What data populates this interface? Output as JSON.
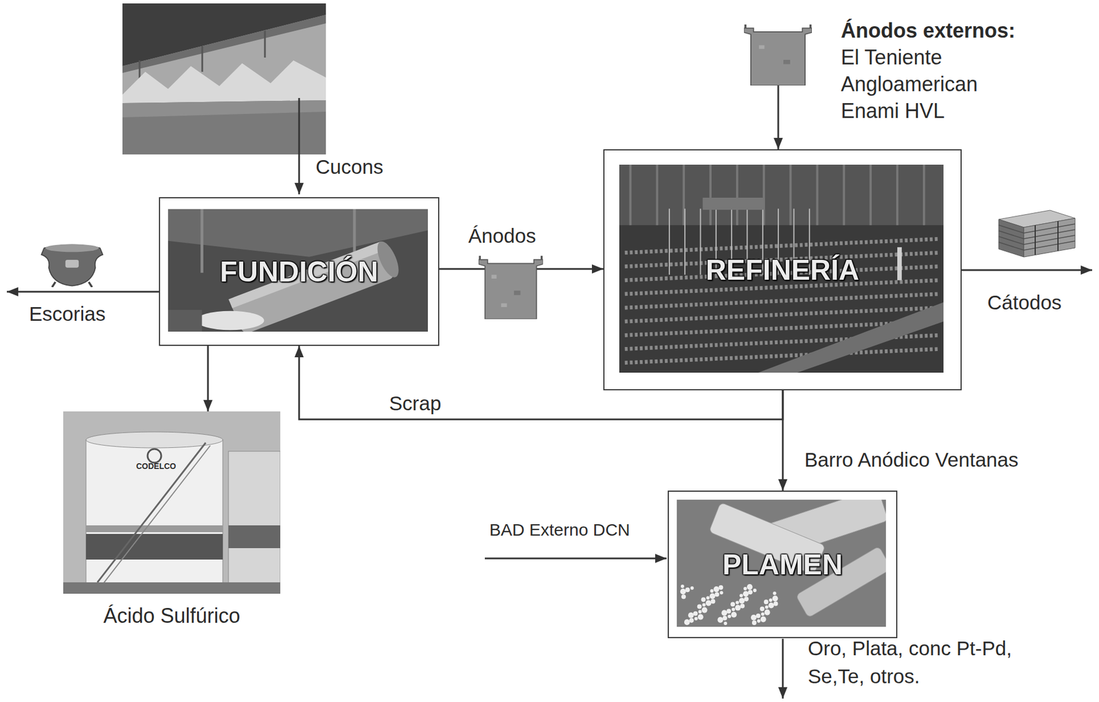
{
  "diagram": {
    "nodes": [
      {
        "text": [
          "FUNDICIÓN"
        ]
      },
      {
        "text": [
          "REFINERÍA"
        ]
      },
      {
        "text": [
          "Ánodos externos:",
          "El Teniente Angloamerican Enami HVL"
        ]
      },
      {
        "text": [
          "Ácido Sulfúrico"
        ]
      },
      {
        "text": [
          "PLAMEN"
        ]
      }
    ],
    "edges": [
      {
        "from": 0,
        "to": 1,
        "arrow": "to",
        "label": "Ánodos"
      },
      {
        "from": 1,
        "to": 0,
        "arrow": "to",
        "label": "Scrap"
      },
      {
        "from": 1,
        "to": 4,
        "arrow": "to",
        "label": "Barro Anódico Ventanas"
      },
      {
        "from": 0,
        "to": 3,
        "arrow": "to"
      },
      {
        "from": 2,
        "to": 1,
        "arrow": "to"
      }
    ],
    "labels": [
      "Cucons",
      "Escorias",
      "Cátodos",
      "BAD Externo DCN",
      "Oro, Plata, conc Pt-Pd, Se,Te, otros.",
      "CODELCO"
    ]
  }
}
